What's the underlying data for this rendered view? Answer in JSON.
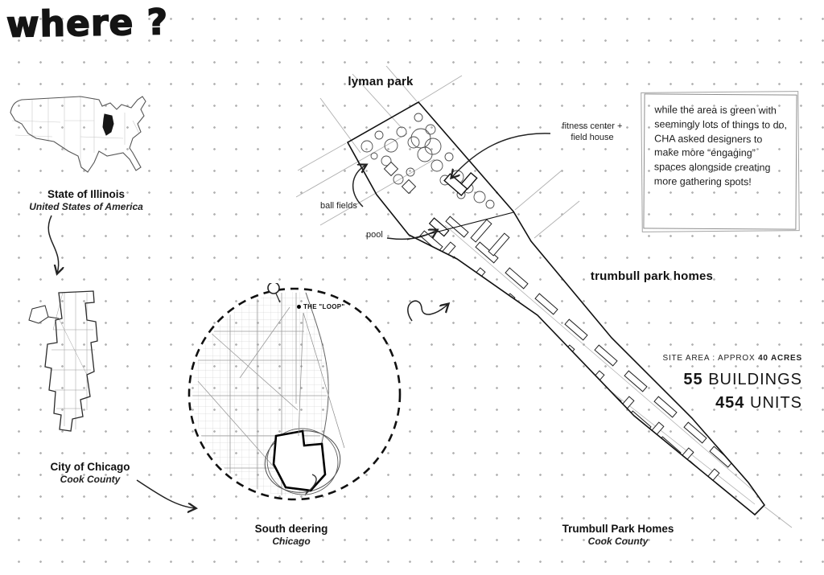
{
  "title": "where ?",
  "left_column": {
    "illinois_label": "State of Illinois",
    "illinois_sublabel": "United States of America",
    "chicago_label": "City of Chicago",
    "chicago_sublabel": "Cook County"
  },
  "zoom_map": {
    "loop_label": "THE \"LOOP\"",
    "caption": "South deering",
    "caption_sub": "Chicago"
  },
  "site_plan": {
    "park_label": "lyman park",
    "homes_label": "trumbull park homes",
    "fitness_annotation": "fitness center +\nfield house",
    "ball_fields_annotation": "ball fields",
    "pool_annotation": "pool",
    "caption": "Trumbull Park Homes",
    "caption_sub": "Cook County"
  },
  "note": {
    "text": "while the area is green with seemingly lots of things to do, CHA asked designers to make more “engaging” spaces alongside creating more gathering spots!"
  },
  "stats": {
    "site_area_prefix": "SITE AREA : APPROX",
    "site_area_value": "40 ACRES",
    "buildings_value": "55",
    "buildings_label": "BUILDINGS",
    "units_value": "454",
    "units_label": "UNITS"
  }
}
